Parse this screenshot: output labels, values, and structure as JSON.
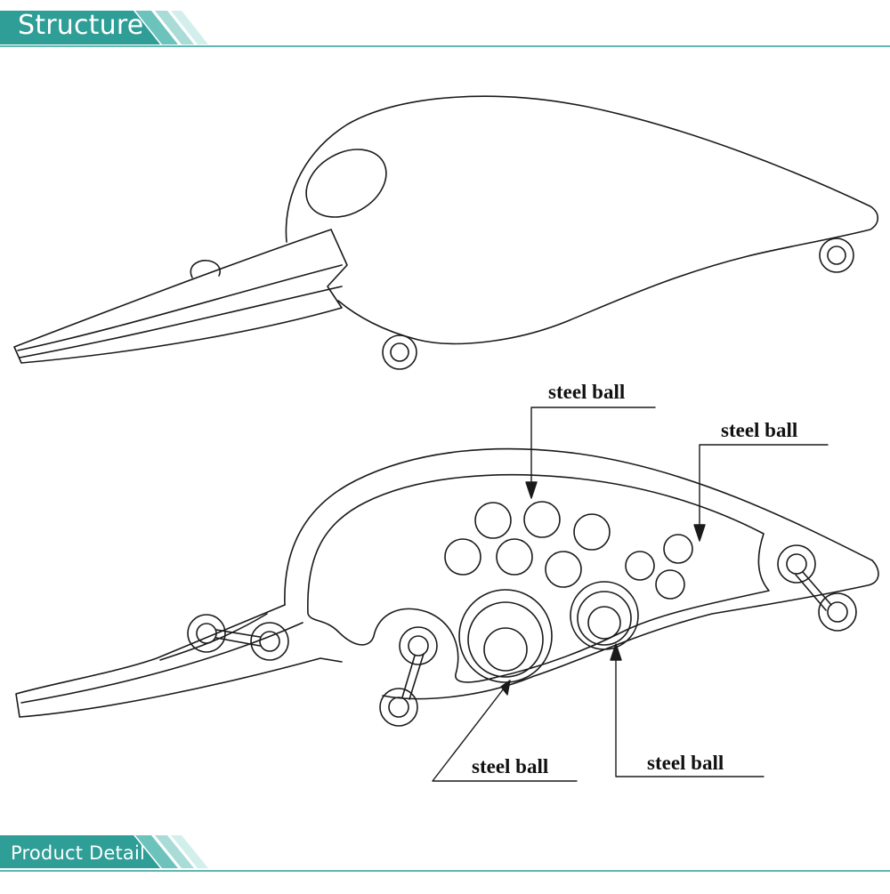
{
  "banners": {
    "top": {
      "title": "Structure"
    },
    "bottom": {
      "title": "Product Detail"
    }
  },
  "labels": {
    "steel_ball_1": "steel ball",
    "steel_ball_2": "steel ball",
    "steel_ball_3": "steel ball",
    "steel_ball_4": "steel ball"
  },
  "colors": {
    "banner_fill": "#2e9e96",
    "banner_stripe_light": "#bfe8e4",
    "banner_line": "#2e9e96",
    "outline": "#1a1a1a"
  }
}
